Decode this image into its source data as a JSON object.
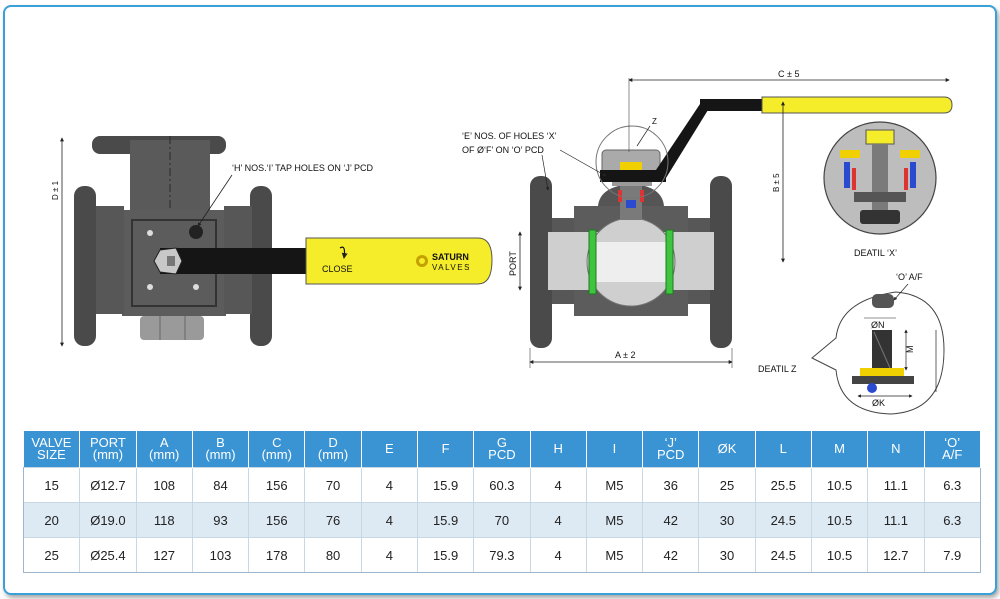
{
  "labels": {
    "tap_holes": "‘H’ NOS.‘I’ TAP HOLES ON ‘J’ PCD",
    "d_dim": "D ± 1",
    "close": "CLOSE",
    "brand_line1": "SATURN",
    "brand_line2": "VALVES",
    "holes_line1": "‘E’ NOS. OF HOLES ‘X’",
    "holes_line2": "OF Ø‘F’ ON ‘O’ PCD",
    "z_mark": "Z",
    "c_dim": "C ± 5",
    "b_dim": "B ± 5",
    "port": "PORT",
    "a_dim": "A ± 2",
    "detail_x": "DEATIL ‘X’",
    "o_af": "‘O’ A/F",
    "n_dim": "ØN",
    "m_dim": "M",
    "k_dim": "ØK",
    "detail_z": "DEATIL Z"
  },
  "table": {
    "headers": [
      [
        "VALVE",
        "SIZE"
      ],
      [
        "PORT",
        "(mm)"
      ],
      [
        "A",
        "(mm)"
      ],
      [
        "B",
        "(mm)"
      ],
      [
        "C",
        "(mm)"
      ],
      [
        "D",
        "(mm)"
      ],
      [
        "E"
      ],
      [
        "F"
      ],
      [
        "G",
        "PCD"
      ],
      [
        "H"
      ],
      [
        "I"
      ],
      [
        "‘J’",
        "PCD"
      ],
      [
        "ØK"
      ],
      [
        "L"
      ],
      [
        "M"
      ],
      [
        "N"
      ],
      [
        "‘O’",
        "A/F"
      ]
    ],
    "rows": [
      [
        "15",
        "Ø12.7",
        "108",
        "84",
        "156",
        "70",
        "4",
        "15.9",
        "60.3",
        "4",
        "M5",
        "36",
        "25",
        "25.5",
        "10.5",
        "11.1",
        "6.3"
      ],
      [
        "20",
        "Ø19.0",
        "118",
        "93",
        "156",
        "76",
        "4",
        "15.9",
        "70",
        "4",
        "M5",
        "42",
        "30",
        "24.5",
        "10.5",
        "11.1",
        "6.3"
      ],
      [
        "25",
        "Ø25.4",
        "127",
        "103",
        "178",
        "80",
        "4",
        "15.9",
        "79.3",
        "4",
        "M5",
        "42",
        "30",
        "24.5",
        "10.5",
        "12.7",
        "7.9"
      ]
    ]
  },
  "colors": {
    "header_bg": "#3a94d4",
    "row_alt": "#dde9f3",
    "body_gray": "#5a5a5a",
    "handle_yellow": "#f5ec2a",
    "seat_green": "#3fc43f",
    "frame_blue": "#3aa0d8"
  }
}
